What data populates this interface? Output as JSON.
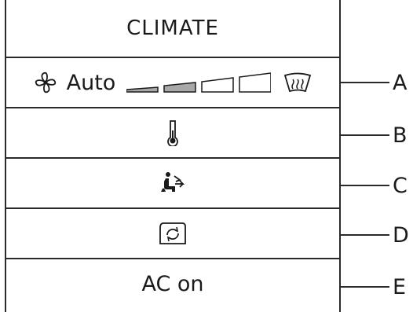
{
  "header": {
    "title": "CLIMATE"
  },
  "rows": [
    {
      "id": "A",
      "text": "Auto",
      "icons": [
        "fan-icon",
        "fan-speed-bars",
        "windshield-defrost-icon"
      ],
      "fan_level_filled": 2,
      "fan_level_total": 4
    },
    {
      "id": "B",
      "icons": [
        "thermometer-icon"
      ]
    },
    {
      "id": "C",
      "icons": [
        "airflow-seat-icon"
      ]
    },
    {
      "id": "D",
      "icons": [
        "recirculation-icon"
      ]
    },
    {
      "id": "E",
      "text": "AC on"
    }
  ],
  "callouts": [
    "A",
    "B",
    "C",
    "D",
    "E"
  ],
  "colors": {
    "line": "#2a2a2a",
    "bar_fill": "#a8a8a8",
    "background": "#ffffff"
  }
}
